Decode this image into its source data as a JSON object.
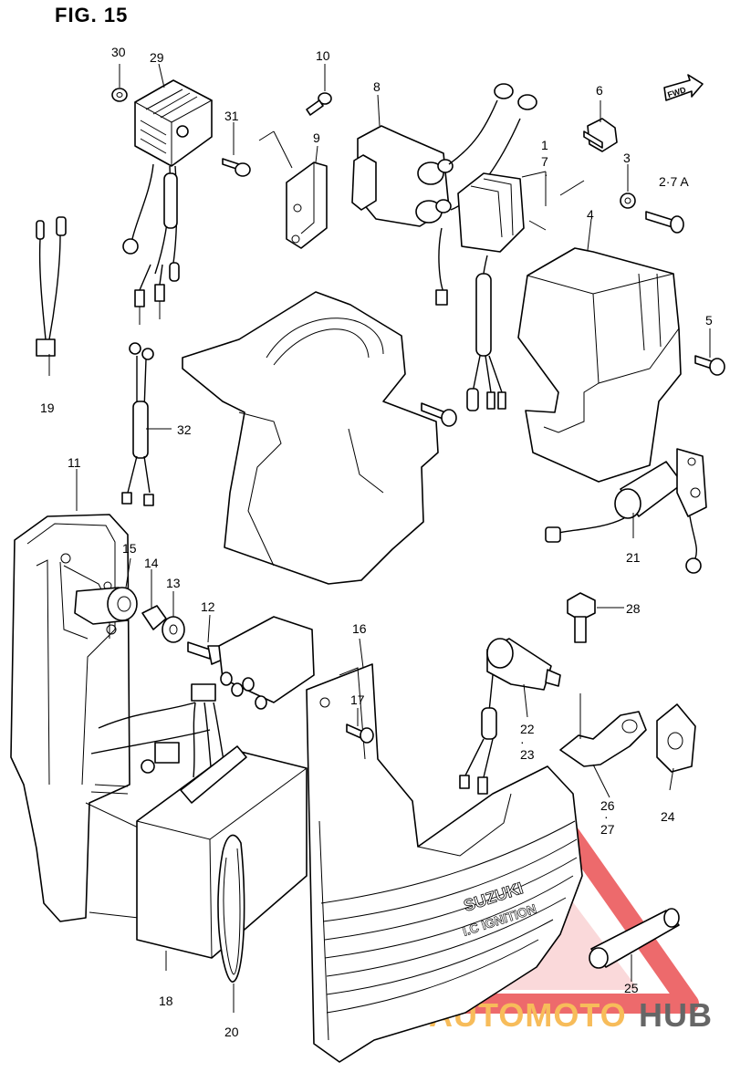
{
  "title": "FIG. 15",
  "fwd_label": "FWD",
  "watermark": {
    "part1": "AUTOMOTO",
    "part2": "HUB",
    "color1": "#f5a623",
    "color2": "#333333",
    "triangle_color": "#e8393b"
  },
  "emblem_text": {
    "brand": "SUZUKI",
    "sub": "I.C IGNITION"
  },
  "callouts": {
    "c1": "1",
    "c3": "3",
    "c4": "4",
    "c5": "5",
    "c6": "6",
    "c7": "7",
    "c27a": "2·7 A",
    "c8": "8",
    "c9": "9",
    "c10": "10",
    "c11": "11",
    "c12": "12",
    "c13": "13",
    "c14": "14",
    "c15": "15",
    "c16": "16",
    "c17": "17",
    "c18": "18",
    "c19": "19",
    "c20": "20",
    "c21": "21",
    "c22": "22",
    "c23": "23",
    "c24": "24",
    "c25": "25",
    "c26": "26",
    "c27": "27",
    "c28": "28",
    "c29": "29",
    "c30": "30",
    "c31": "31",
    "c32": "32"
  }
}
